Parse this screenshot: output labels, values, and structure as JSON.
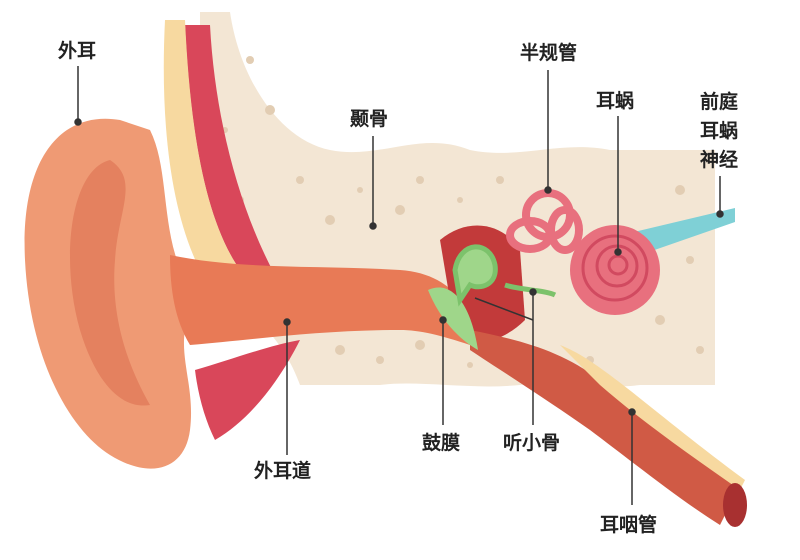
{
  "labels": {
    "outer_ear": "外耳",
    "semicircular_canals": "半规管",
    "temporal_bone": "颞骨",
    "cochlea": "耳蜗",
    "vestibulocochlear_nerve": [
      "前庭",
      "耳蜗",
      "神经"
    ],
    "eardrum": "鼓膜",
    "ossicles": "听小骨",
    "ear_canal": "外耳道",
    "eustachian_tube": "耳咽管"
  },
  "colors": {
    "bone": "#f3e6d4",
    "bone_pore": "#e2cdb3",
    "skin": "#ef9a74",
    "skin_dark": "#d9684a",
    "muscle": "#d9475a",
    "fat": "#f7d9a0",
    "cochlea": "#e8707e",
    "nerve": "#7fd0d6",
    "eardrum": "#9fd68a",
    "line": "#333333"
  }
}
